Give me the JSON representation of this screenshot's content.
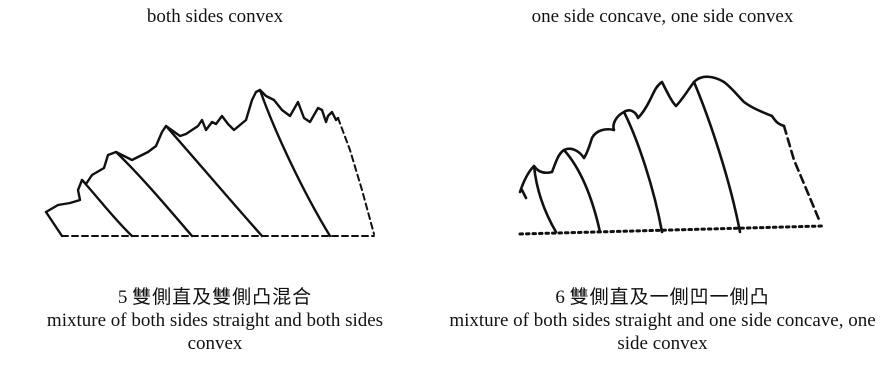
{
  "left": {
    "top_label": "both sides convex",
    "number": "5",
    "zh_label": "雙側直及雙側凸混合",
    "en_label": "mixture of both sides straight and both sides convex"
  },
  "right": {
    "top_label": "one side concave, one side convex",
    "number": "6",
    "zh_label": "雙側直及一側凹一側凸",
    "en_label": "mixture of both sides straight and one side concave, one side convex"
  }
}
